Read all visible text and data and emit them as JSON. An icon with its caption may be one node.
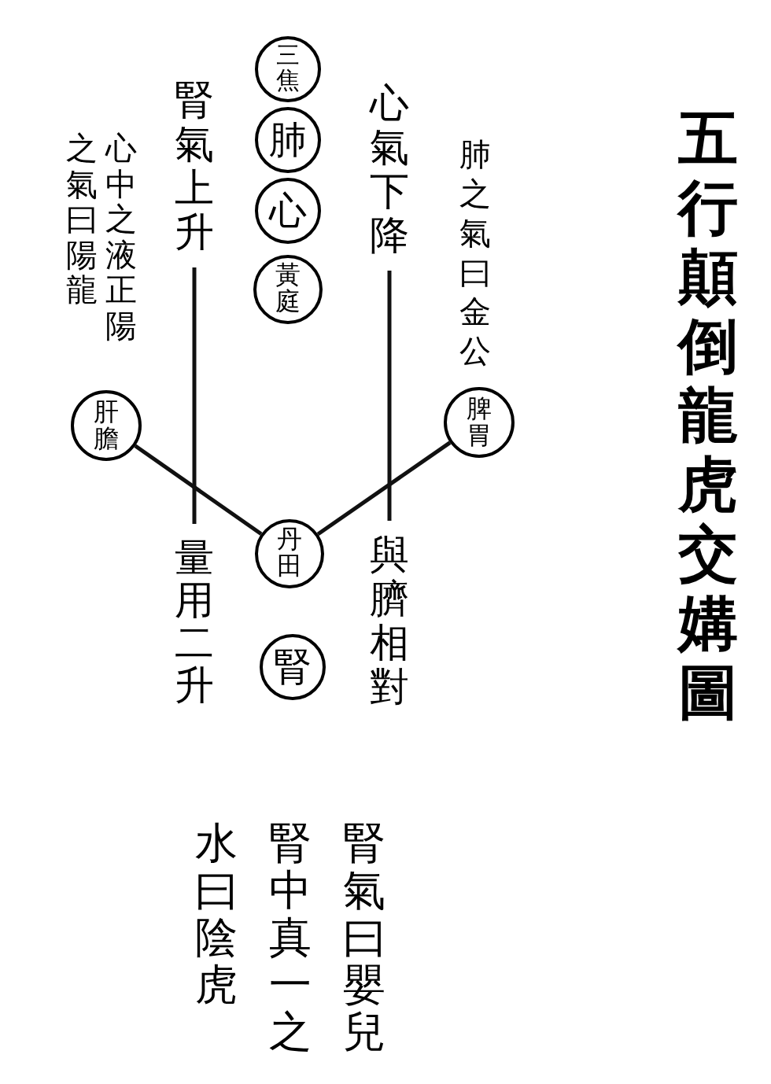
{
  "diagram": {
    "title": "五行顛倒龍虎交媾圖",
    "nodes": [
      {
        "text": [
          "三焦"
        ]
      },
      {
        "text": [
          "肺"
        ]
      },
      {
        "text": [
          "心"
        ]
      },
      {
        "text": [
          "黃庭"
        ]
      },
      {
        "text": [
          "腎氣上升"
        ]
      },
      {
        "text": [
          "心氣下降"
        ]
      },
      {
        "text": [
          "肝膽"
        ]
      },
      {
        "text": [
          "脾胃"
        ]
      },
      {
        "text": [
          "丹田"
        ]
      },
      {
        "text": [
          "量用二升"
        ]
      },
      {
        "text": [
          "與臍相對"
        ]
      },
      {
        "text": [
          "腎"
        ]
      }
    ],
    "edges": [
      {
        "from": 6,
        "to": 8,
        "arrow": "none"
      },
      {
        "from": 7,
        "to": 8,
        "arrow": "none"
      },
      {
        "from": 4,
        "to": 9,
        "arrow": "none"
      },
      {
        "from": 5,
        "to": 10,
        "arrow": "none"
      }
    ],
    "labels": [
      "肺之氣曰金公",
      "心中之液正陽之氣曰陽龍",
      "腎氣曰嬰兒腎中真一之水曰陰虎"
    ]
  }
}
